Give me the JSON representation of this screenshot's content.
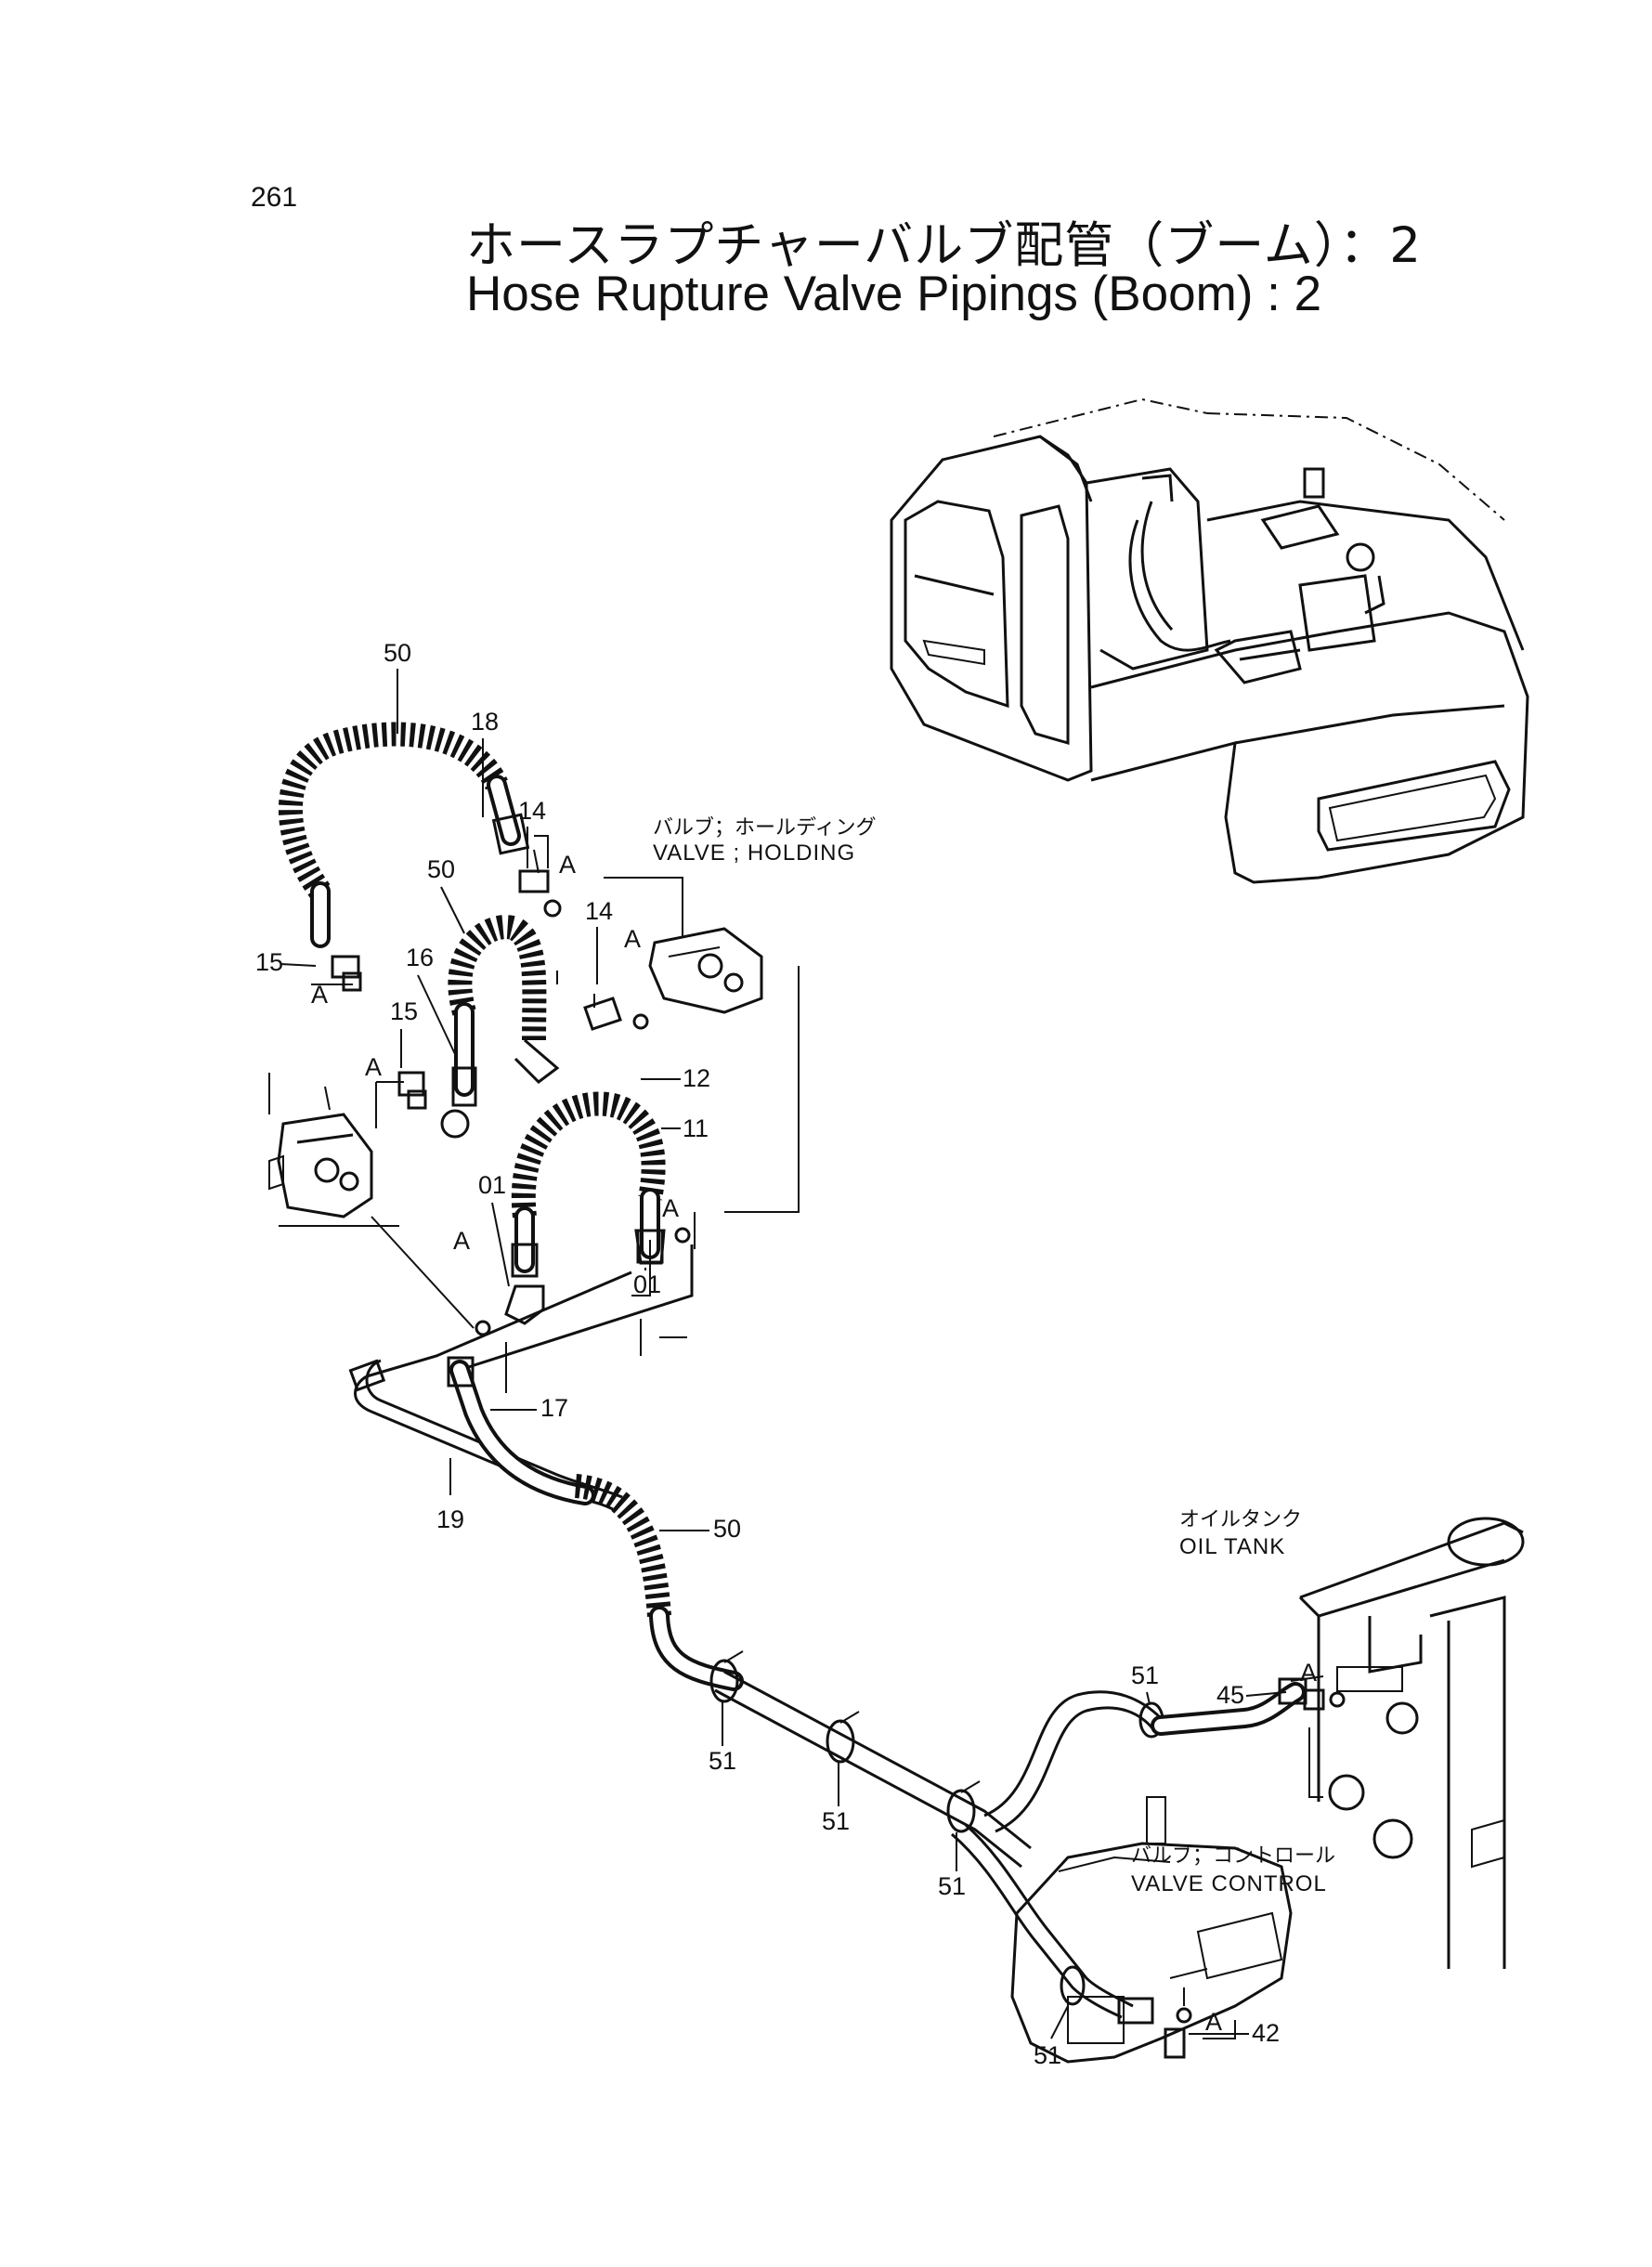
{
  "header": {
    "page_number": "261",
    "title_ja": "ホースラプチャーバルブ配管（ブーム）：2",
    "title_en": "Hose Rupture Valve Pipings (Boom) : 2"
  },
  "labels": {
    "valve_holding_ja": "バルブ；ホールディング",
    "valve_holding_en": "VALVE ; HOLDING",
    "oil_tank_ja": "オイルタンク",
    "oil_tank_en": "OIL TANK",
    "valve_control_ja": "バルブ；コントロール",
    "valve_control_en": "VALVE CONTROL"
  },
  "part_numbers": {
    "p50a": "50",
    "p18": "18",
    "p14a": "14",
    "p14b": "14",
    "p50b": "50",
    "p15a": "15",
    "p16": "16",
    "p15b": "15",
    "p12": "12",
    "p11": "11",
    "p01a": "01",
    "p01b": "01",
    "p17": "17",
    "p19": "19",
    "p50c": "50",
    "p51a": "51",
    "p51b": "51",
    "p51c": "51",
    "p51d": "51",
    "p51e": "51",
    "p45": "45",
    "p42": "42"
  },
  "connection_marks": {
    "a1": "A",
    "a2": "A",
    "a3": "A",
    "a4": "A",
    "a5": "A",
    "a6": "A",
    "a7": "A",
    "a8": "A"
  },
  "colors": {
    "ink": "#111111",
    "paper": "#ffffff"
  }
}
